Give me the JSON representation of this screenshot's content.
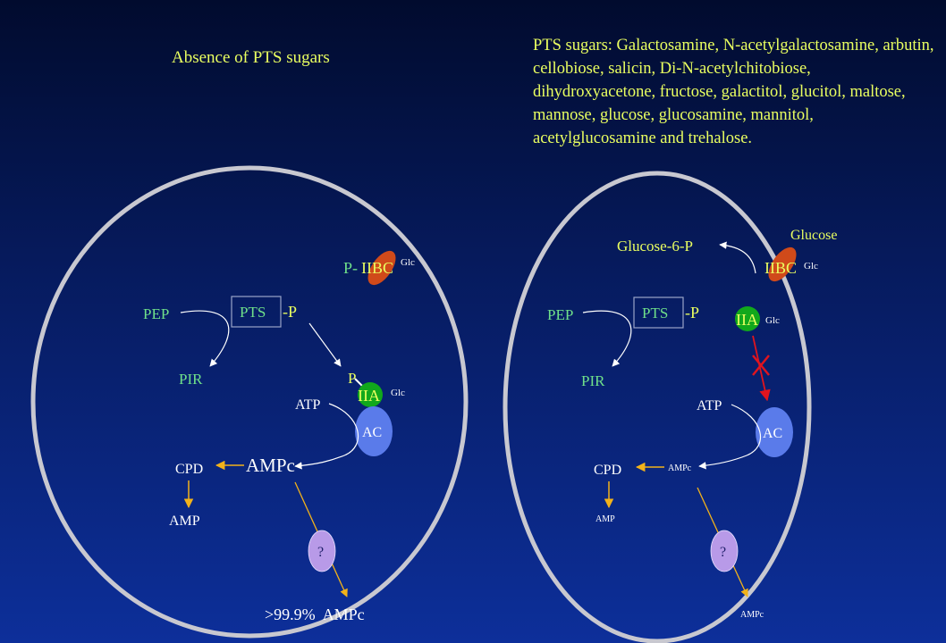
{
  "heading_left": "Absence of PTS sugars",
  "pts_note": "PTS sugars: Galactosamine, N-acetylgalactosamine, arbutin, cellobiose, salicin, Di-N-acetylchitobiose, dihydroxyacetone, fructose, galactitol, glucitol, maltose, mannose, glucose, glucosamine, mannitol, acetylglucosamine and trehalose.",
  "left_cell": {
    "p_iibc_prefix": "P-",
    "iibc": "IIBC",
    "iibc_sup": "Glc",
    "pep": "PEP",
    "pts": "PTS",
    "p_tag": "-P",
    "pir": "PIR",
    "p_small": "P",
    "iia": "IIA",
    "iia_sup": "Glc",
    "atp": "ATP",
    "ac": "AC",
    "cpd": "CPD",
    "ampc": "AMPc",
    "amp": "AMP",
    "transporter": "?",
    "export": ">99.9%  AMPc"
  },
  "right_cell": {
    "glucose": "Glucose",
    "glucose6p": "Glucose-6-P",
    "iibc": "IIBC",
    "iibc_sup": "Glc",
    "pep": "PEP",
    "pts": "PTS",
    "p_tag": "-P",
    "iia": "IIA",
    "iia_sup": "Glc",
    "pir": "PIR",
    "atp": "ATP",
    "ac": "AC",
    "cpd": "CPD",
    "ampc": "AMPc",
    "amp": "AMP",
    "transporter": "?",
    "export": "AMPc"
  },
  "colors": {
    "yellow_text": "#eaff60",
    "green_text": "#6fe08a",
    "membrane": "#c8c8d0",
    "iibc_fill": "#d04a1a",
    "iia_fill": "#11a81c",
    "ac_fill": "#5a7bea",
    "transporter_fill": "#b89ae8",
    "amp_arrow": "#f2b21a",
    "inhibit": "#e0141e"
  }
}
